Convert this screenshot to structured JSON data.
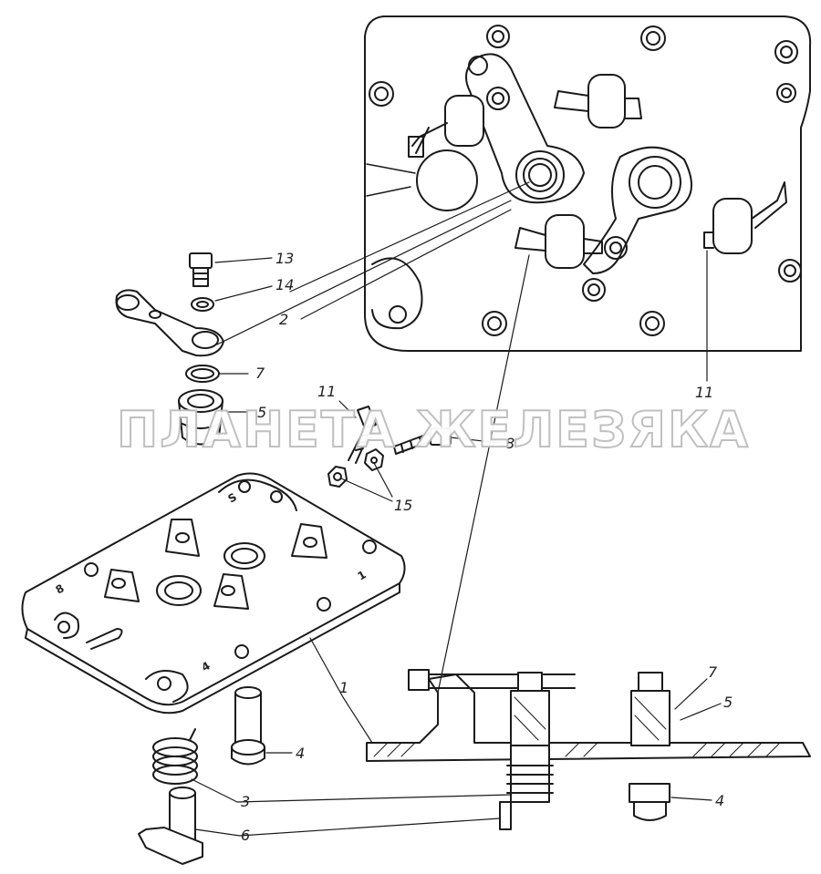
{
  "watermark": "ПЛАНЕТА ЖЕЛЕЗЯКА",
  "callouts": [
    {
      "id": "c13",
      "text": "13"
    },
    {
      "id": "c14",
      "text": "14"
    },
    {
      "id": "c2",
      "text": "2"
    },
    {
      "id": "c7a",
      "text": "7"
    },
    {
      "id": "c5a",
      "text": "5"
    },
    {
      "id": "c11a",
      "text": "11"
    },
    {
      "id": "c8",
      "text": "8"
    },
    {
      "id": "c15",
      "text": "15"
    },
    {
      "id": "c11b",
      "text": "11"
    },
    {
      "id": "c1",
      "text": "1"
    },
    {
      "id": "c4a",
      "text": "4"
    },
    {
      "id": "c3",
      "text": "3"
    },
    {
      "id": "c6",
      "text": "6"
    },
    {
      "id": "c7b",
      "text": "7"
    },
    {
      "id": "c5b",
      "text": "5"
    },
    {
      "id": "c4b",
      "text": "4"
    }
  ],
  "plate_marks": {
    "m1": "S",
    "m2": "1",
    "m3": "8",
    "m4": "4"
  }
}
